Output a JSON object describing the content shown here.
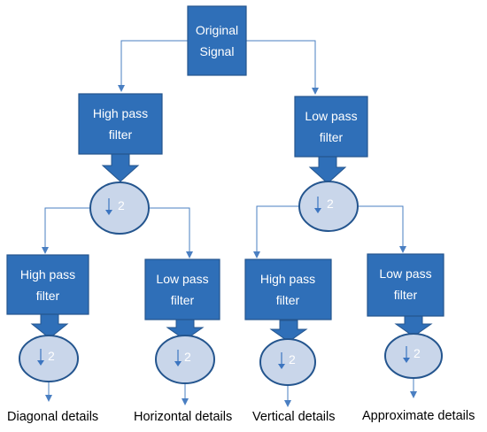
{
  "nodes": {
    "original": {
      "line1": "Original",
      "line2": "Signal"
    },
    "hp_top": {
      "line1": "High pass",
      "line2": "filter"
    },
    "lp_top": {
      "line1": "Low pass",
      "line2": "filter"
    },
    "hp_left": {
      "line1": "High pass",
      "line2": "filter"
    },
    "lp_left": {
      "line1": "Low pass",
      "line2": "filter"
    },
    "hp_right": {
      "line1": "High pass",
      "line2": "filter"
    },
    "lp_right": {
      "line1": "Low pass",
      "line2": "filter"
    }
  },
  "downsample": {
    "factor": "2"
  },
  "outputs": {
    "diagonal": "Diagonal details",
    "horizontal": "Horizontal details",
    "vertical": "Vertical details",
    "approximate": "Approximate details"
  }
}
